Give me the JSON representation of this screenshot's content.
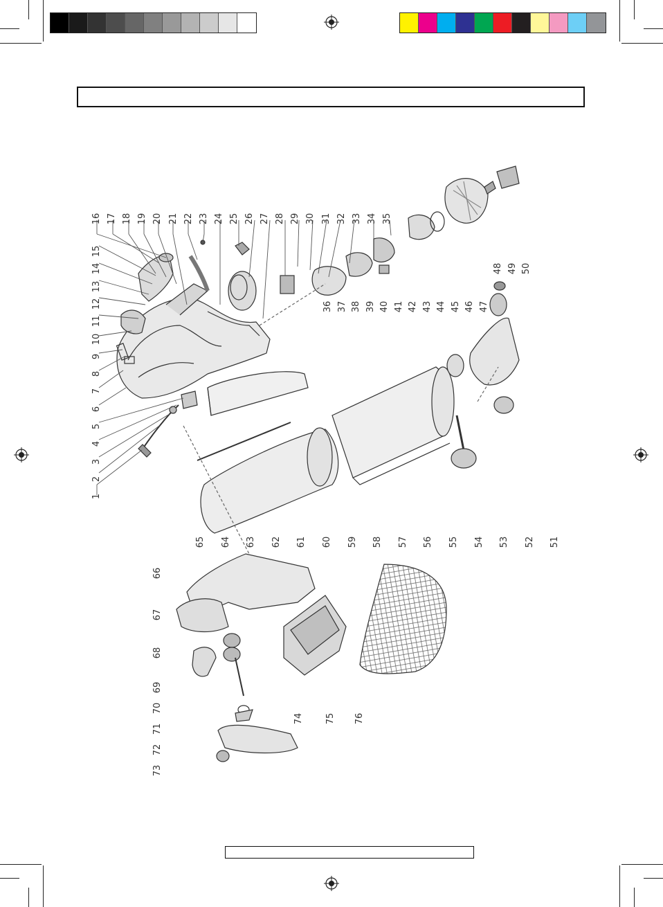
{
  "swatches_gray": [
    "#000000",
    "#1a1a1a",
    "#333333",
    "#4d4d4d",
    "#666666",
    "#808080",
    "#999999",
    "#b3b3b3",
    "#cccccc",
    "#e6e6e6",
    "#ffffff"
  ],
  "swatches_color": [
    "#fff200",
    "#ec008c",
    "#00aeef",
    "#2e3192",
    "#00a651",
    "#ed1c24",
    "#231f20",
    "#fff799",
    "#f49ac1",
    "#6dcff6",
    "#939598"
  ],
  "header_text": "",
  "footer_text": "",
  "callouts_top": [
    "16",
    "17",
    "18",
    "19",
    "20",
    "21",
    "22",
    "23",
    "24",
    "25",
    "26",
    "27",
    "28",
    "29",
    "30",
    "31",
    "32",
    "33",
    "34",
    "35"
  ],
  "callouts_left": [
    "15",
    "14",
    "13",
    "12",
    "11",
    "10",
    "9",
    "8",
    "7",
    "6",
    "5",
    "4",
    "3",
    "2",
    "1"
  ],
  "callouts_right_col": [
    "36",
    "37",
    "38",
    "39",
    "40",
    "41",
    "42",
    "43",
    "44",
    "45",
    "46",
    "47",
    "48",
    "49",
    "50"
  ],
  "callouts_middle": [
    "65",
    "64",
    "63",
    "62",
    "61",
    "60",
    "59",
    "58",
    "57",
    "56",
    "55",
    "54",
    "53",
    "52",
    "51"
  ],
  "callouts_bottom": [
    "66",
    "67",
    "68",
    "69",
    "70",
    "71",
    "72",
    "73",
    "74",
    "75",
    "76"
  ]
}
